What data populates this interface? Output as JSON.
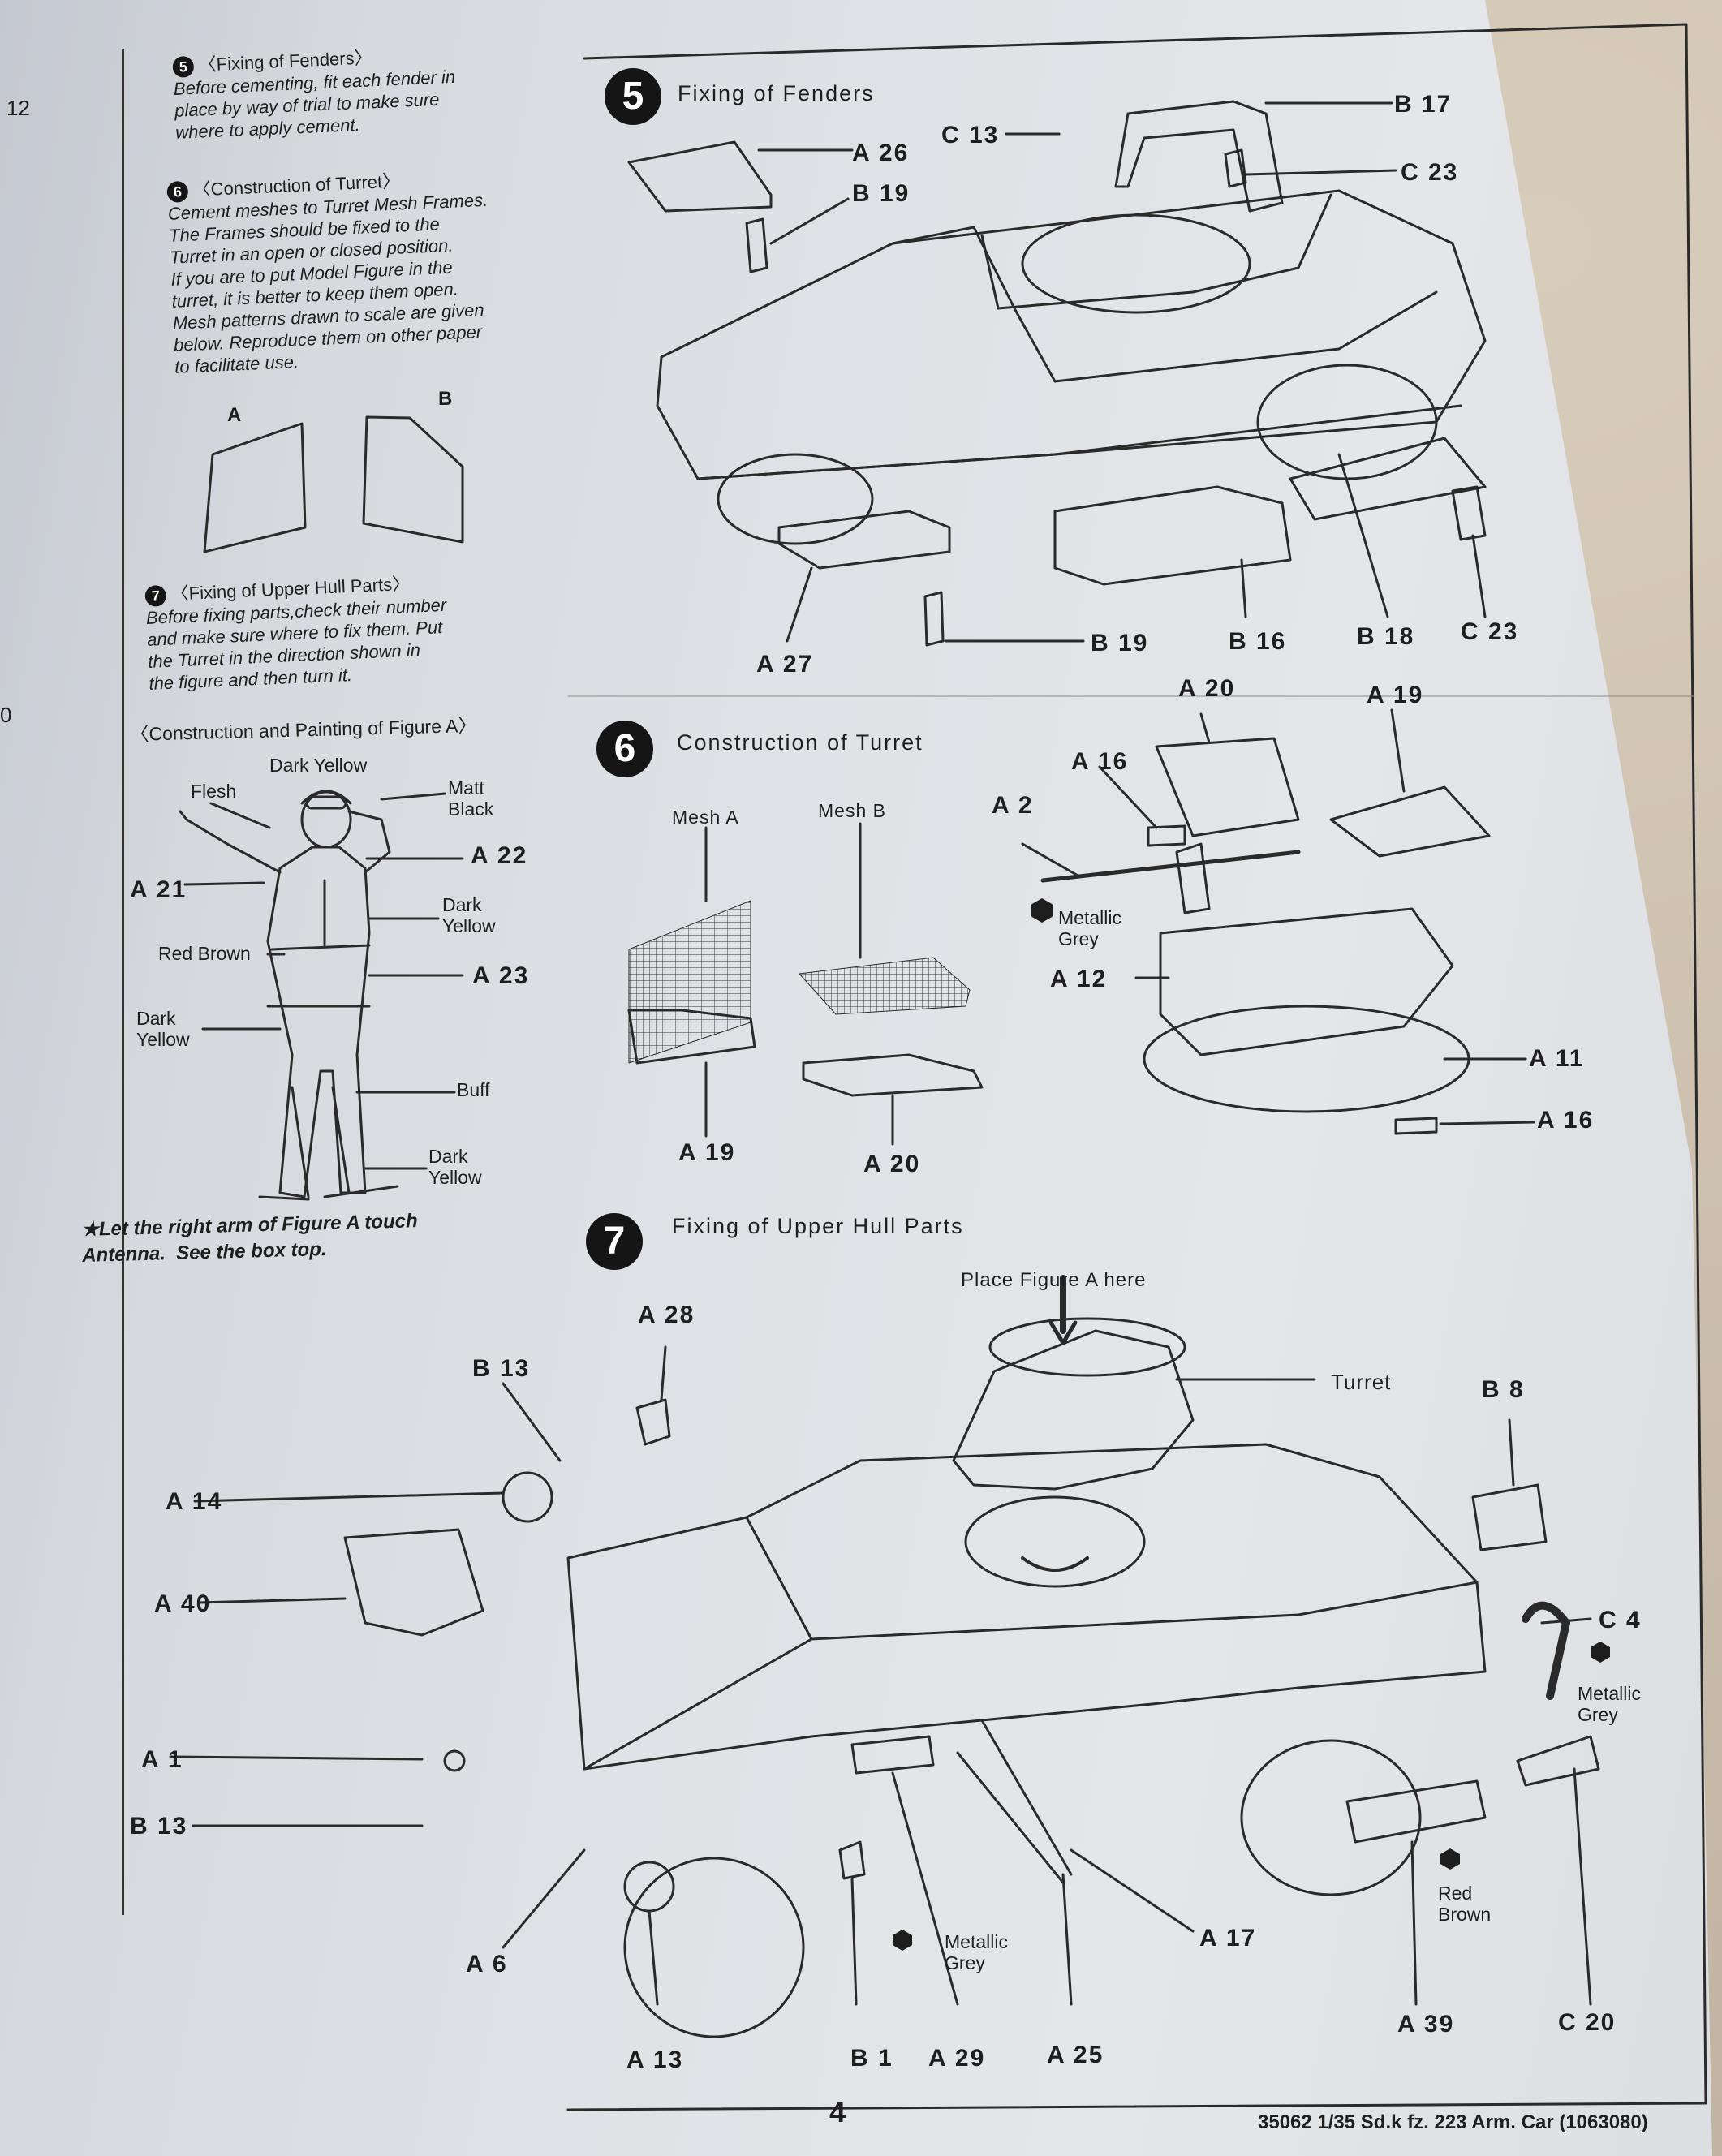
{
  "prev_page": {
    "fragments": [
      "12",
      "0"
    ]
  },
  "notes": {
    "step5": {
      "num": "5",
      "title": "〈Fixing of Fenders〉",
      "lines": [
        "Before cementing, fit each fender in",
        "place by way of trial to make sure",
        "where to apply cement."
      ]
    },
    "step6": {
      "num": "6",
      "title": "〈Construction of Turret〉",
      "lines": [
        "Cement meshes to Turret Mesh Frames.",
        "The Frames should be fixed to the",
        "Turret in an open or closed position.",
        "If you are to put Model Figure in the",
        "turret, it is better to keep them open.",
        "Mesh patterns drawn to scale are given",
        "below. Reproduce them on other paper",
        "to facilitate use."
      ]
    },
    "mesh_labels": {
      "a": "A",
      "b": "B"
    },
    "step7": {
      "num": "7",
      "title": "〈Fixing of Upper Hull Parts〉",
      "lines": [
        "Before fixing parts,check their number",
        "and make sure where to fix them.  Put",
        "the Turret in the direction shown in",
        "the figure and then turn it."
      ]
    },
    "figure_title": "〈Construction and Painting of Figure A〉",
    "figure_labels": {
      "dark_yellow_top": "Dark Yellow",
      "flesh": "Flesh",
      "matt_black": "Matt\nBlack",
      "a22": "A 22",
      "a21": "A 21",
      "dark_yellow_mid": "Dark\nYellow",
      "red_brown": "Red Brown",
      "a23": "A 23",
      "dark_yellow_left": "Dark\nYellow",
      "buff": "Buff",
      "dark_yellow_bottom": "Dark\nYellow"
    },
    "star_note": "★Let the right arm of Figure A touch\nAntenna.  See the box top."
  },
  "step5": {
    "num": "5",
    "title": "Fixing of Fenders",
    "parts": {
      "a26": "A 26",
      "b19_top": "B 19",
      "c13": "C 13",
      "b17": "B 17",
      "c23_top": "C 23",
      "a27": "A 27",
      "b19_bottom": "B 19",
      "b16": "B 16",
      "b18": "B 18",
      "c23_bottom": "C 23"
    }
  },
  "step6": {
    "num": "6",
    "title": "Construction of Turret",
    "parts": {
      "mesh_a": "Mesh A",
      "mesh_b": "Mesh B",
      "a2": "A 2",
      "a16_top": "A 16",
      "a20_top": "A 20",
      "a19_top": "A 19",
      "metallic_grey": "Metallic\nGrey",
      "a12": "A 12",
      "a11": "A 11",
      "a16_bottom": "A 16",
      "a19_bottom": "A 19",
      "a20_bottom": "A 20"
    }
  },
  "step7": {
    "num": "7",
    "title": "Fixing of Upper Hull Parts",
    "parts": {
      "place_figure": "Place Figure A here",
      "a28": "A 28",
      "b13_top": "B 13",
      "turret": "Turret",
      "b8": "B 8",
      "a14": "A 14",
      "a40": "A 40",
      "c4": "C 4",
      "metallic_grey_right": "Metallic\nGrey",
      "a1": "A 1",
      "b13_bottom": "B 13",
      "red_brown": "Red\nBrown",
      "a6": "A 6",
      "metallic_grey_bottom": "Metallic\nGrey",
      "a17": "A 17",
      "a13": "A 13",
      "b1": "B 1",
      "a29": "A 29",
      "a25": "A 25",
      "a39": "A 39",
      "c20": "C 20"
    }
  },
  "footer": {
    "page_number": "4",
    "catalog": "35062  1/35 Sd.k fz. 223 Arm. Car (1063080)"
  }
}
